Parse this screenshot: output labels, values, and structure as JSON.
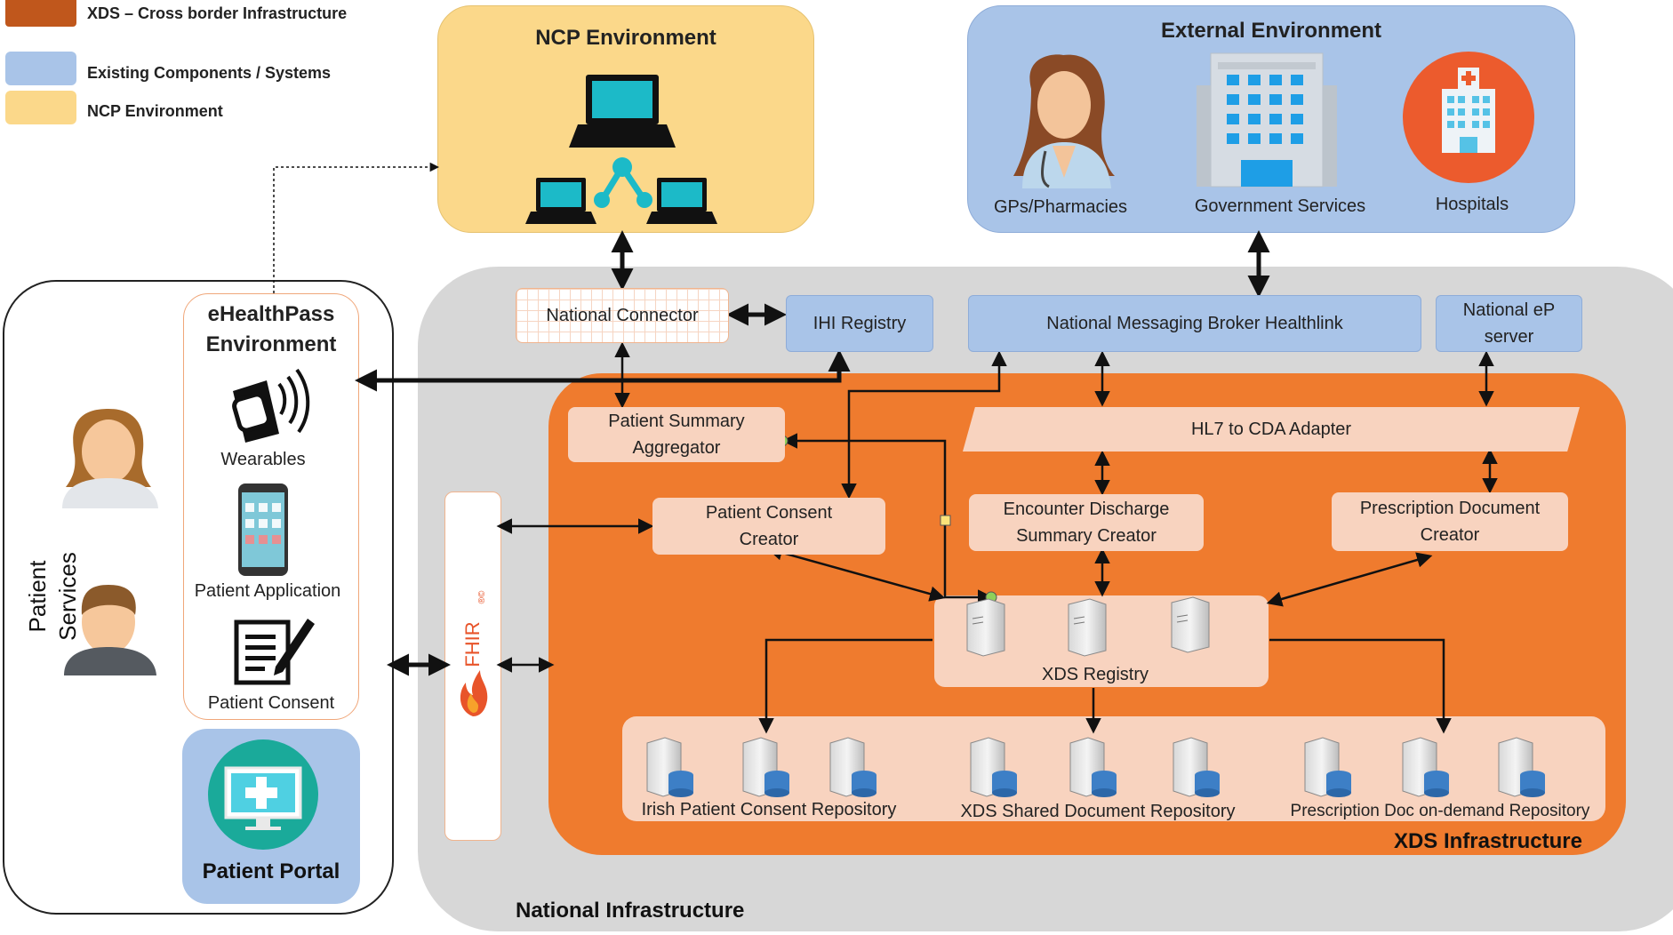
{
  "legend": {
    "items": [
      {
        "label": "XDS – Cross border Infrastructure",
        "color": "#c0571c"
      },
      {
        "label": "Existing Components / Systems",
        "color": "#a9c4e8"
      },
      {
        "label": "NCP Environment",
        "color": "#fbd88a"
      }
    ]
  },
  "ncp": {
    "title": "NCP Environment"
  },
  "external": {
    "title": "External Environment",
    "gp_label": "GPs/Pharmacies",
    "gov_label": "Government Services",
    "hospital_label": "Hospitals"
  },
  "patient_services": {
    "title": "Patient Services",
    "ehealthpass_title": "eHealthPass Environment",
    "wearables_label": "Wearables",
    "app_label": "Patient Application",
    "consent_label": "Patient Consent",
    "portal_label": "Patient Portal"
  },
  "national": {
    "title": "National Infrastructure",
    "connector": "National Connector",
    "ihi_registry": "IHI Registry",
    "messaging_broker": "National Messaging Broker Healthlink",
    "ep_server": "National eP server",
    "fhir_label": "FHIR",
    "fhir_mark": "®©"
  },
  "xds": {
    "title": "XDS Infrastructure",
    "patient_summary_aggregator": "Patient Summary Aggregator",
    "hl7_adapter": "HL7 to CDA Adapter",
    "patient_consent_creator": "Patient Consent Creator",
    "encounter_discharge_creator": "Encounter Discharge Summary Creator",
    "prescription_doc_creator": "Prescription Document Creator",
    "xds_registry": "XDS Registry",
    "consent_repository": "Irish Patient Consent Repository",
    "shared_repository": "XDS Shared Document Repository",
    "prescription_repository": "Prescription Doc on-demand Repository"
  },
  "colors": {
    "national_bg": "#d7d7d7",
    "xds_bg": "#ef7b2e",
    "ncp_bg": "#fbd88a",
    "existing_bg": "#a9c4e8",
    "peach_box": "#f8d3bf"
  }
}
